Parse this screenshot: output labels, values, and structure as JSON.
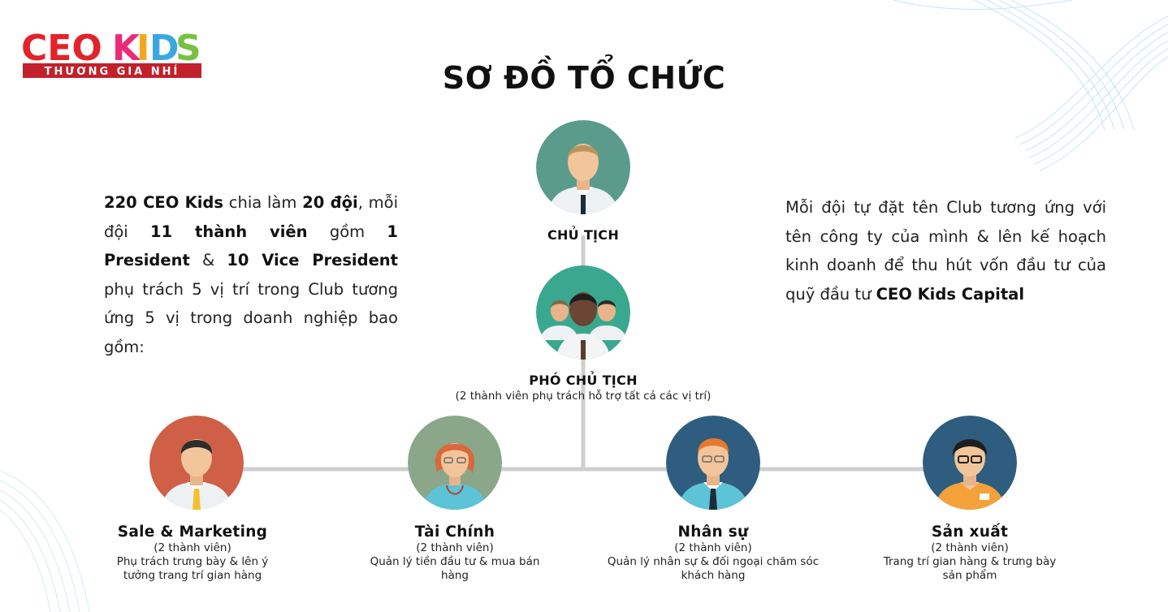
{
  "logo": {
    "word1": "CEO",
    "word2": "KIDS",
    "tagline": "THƯƠNG GIA NHÍ"
  },
  "title": "SƠ ĐỒ TỔ CHỨC",
  "intro_left": {
    "p1_bold": "220 CEO Kids",
    "p2": " chia làm ",
    "p3_bold": "20 đội",
    "p4": ", mỗi đội ",
    "p5_bold": "11 thành viên",
    "p6": " gồm ",
    "p7_bold": "1 President",
    "p8": " & ",
    "p9_bold": "10 Vice President",
    "p10": " phụ trách 5 vị trí trong Club tương ứng 5 vị trong doanh nghiệp bao gồm:"
  },
  "intro_right": {
    "p1": "Mỗi đội tự đặt tên Club tương ứng với tên công ty của mình & lên kế hoạch kinh doanh để thu hút vốn đầu tư của quỹ đầu tư ",
    "p2_bold": "CEO Kids Capital"
  },
  "chairman": {
    "title": "CHỦ TỊCH"
  },
  "vice_chairman": {
    "title": "PHÓ CHỦ TỊCH",
    "note": "(2 thành viên phụ trách hỗ trợ tất cả các vị trí)"
  },
  "departments": [
    {
      "name": "Sale & Marketing",
      "members": "(2 thành viên)",
      "desc_l1": "Phụ trách trưng bày & lên ý",
      "desc_l2": "tưởng trang trí gian hàng"
    },
    {
      "name": "Tài Chính",
      "members": "(2 thành viên)",
      "desc_l1": "Quản lý tiền đầu tư & mua bán",
      "desc_l2": "hàng"
    },
    {
      "name": "Nhân sự",
      "members": "(2 thành viên)",
      "desc_l1": "Quản lý nhân sự & đối ngoại chăm sóc",
      "desc_l2": "khách hàng"
    },
    {
      "name": "Sản xuất",
      "members": "(2 thành viên)",
      "desc_l1": "Trang trí gian hàng & trưng bày",
      "desc_l2": "sản phẩm"
    }
  ],
  "colors": {
    "connector": "#cfcfcf",
    "chairman_bg": "#5a9b8c",
    "vice_bg": "#3aa88f",
    "sales_bg": "#cf5f46",
    "finance_bg": "#8aa78a",
    "hr_bg": "#2f5d80",
    "production_bg": "#2f5d80"
  }
}
